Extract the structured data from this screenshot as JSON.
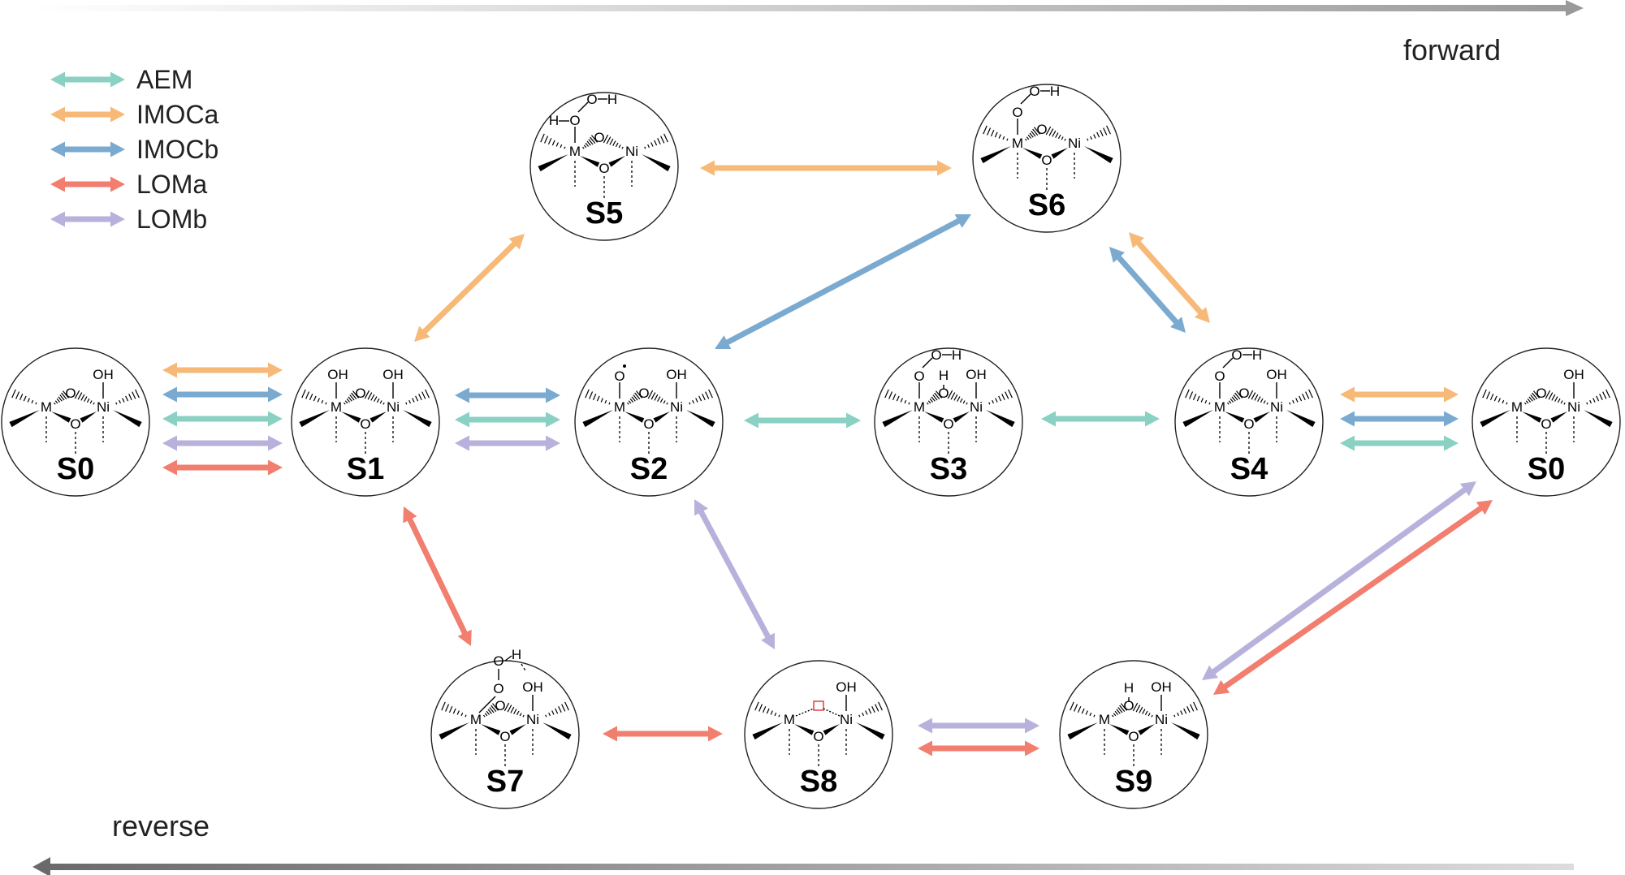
{
  "legend": [
    {
      "key": "AEM",
      "label": "AEM",
      "color": "#8ad1c4"
    },
    {
      "key": "IMOCa",
      "label": "IMOCa",
      "color": "#f7b977"
    },
    {
      "key": "IMOCb",
      "label": "IMOCb",
      "color": "#7baad0"
    },
    {
      "key": "LOMa",
      "label": "LOMa",
      "color": "#f17e6e"
    },
    {
      "key": "LOMb",
      "label": "LOMb",
      "color": "#b7b2db"
    }
  ],
  "directions": {
    "forward": "forward",
    "reverse": "reverse"
  },
  "states": [
    {
      "id": "S0_left",
      "label": "S0",
      "variant": "s0"
    },
    {
      "id": "S1",
      "label": "S1",
      "variant": "s1"
    },
    {
      "id": "S2",
      "label": "S2",
      "variant": "s2"
    },
    {
      "id": "S3",
      "label": "S3",
      "variant": "s3"
    },
    {
      "id": "S4",
      "label": "S4",
      "variant": "s4"
    },
    {
      "id": "S0_right",
      "label": "S0",
      "variant": "s0"
    },
    {
      "id": "S5",
      "label": "S5",
      "variant": "s5"
    },
    {
      "id": "S6",
      "label": "S6",
      "variant": "s6"
    },
    {
      "id": "S7",
      "label": "S7",
      "variant": "s7"
    },
    {
      "id": "S8",
      "label": "S8",
      "variant": "s8"
    },
    {
      "id": "S9",
      "label": "S9",
      "variant": "s9"
    }
  ],
  "transitions": [
    {
      "from": "S0_left",
      "to": "S1",
      "pathways": [
        "IMOCa",
        "IMOCb",
        "AEM",
        "LOMb",
        "LOMa"
      ]
    },
    {
      "from": "S1",
      "to": "S2",
      "pathways": [
        "IMOCb",
        "AEM",
        "LOMb"
      ]
    },
    {
      "from": "S2",
      "to": "S3",
      "pathways": [
        "AEM"
      ]
    },
    {
      "from": "S3",
      "to": "S4",
      "pathways": [
        "AEM"
      ]
    },
    {
      "from": "S4",
      "to": "S0_right",
      "pathways": [
        "IMOCa",
        "IMOCb",
        "AEM"
      ]
    },
    {
      "from": "S1",
      "to": "S5",
      "pathways": [
        "IMOCa"
      ]
    },
    {
      "from": "S5",
      "to": "S6",
      "pathways": [
        "IMOCa"
      ]
    },
    {
      "from": "S2",
      "to": "S6",
      "pathways": [
        "IMOCb"
      ]
    },
    {
      "from": "S6",
      "to": "S4",
      "pathways": [
        "IMOCb",
        "IMOCa"
      ]
    },
    {
      "from": "S1",
      "to": "S7",
      "pathways": [
        "LOMa"
      ]
    },
    {
      "from": "S2",
      "to": "S8",
      "pathways": [
        "LOMb"
      ]
    },
    {
      "from": "S7",
      "to": "S8",
      "pathways": [
        "LOMa"
      ]
    },
    {
      "from": "S8",
      "to": "S9",
      "pathways": [
        "LOMb",
        "LOMa"
      ]
    },
    {
      "from": "S9",
      "to": "S0_right",
      "pathways": [
        "LOMb",
        "LOMa"
      ]
    }
  ],
  "atoms": {
    "metal": "M",
    "nickel": "Ni",
    "oxygen": "O",
    "hydrogen": "H",
    "hydroxyl": "OH"
  }
}
